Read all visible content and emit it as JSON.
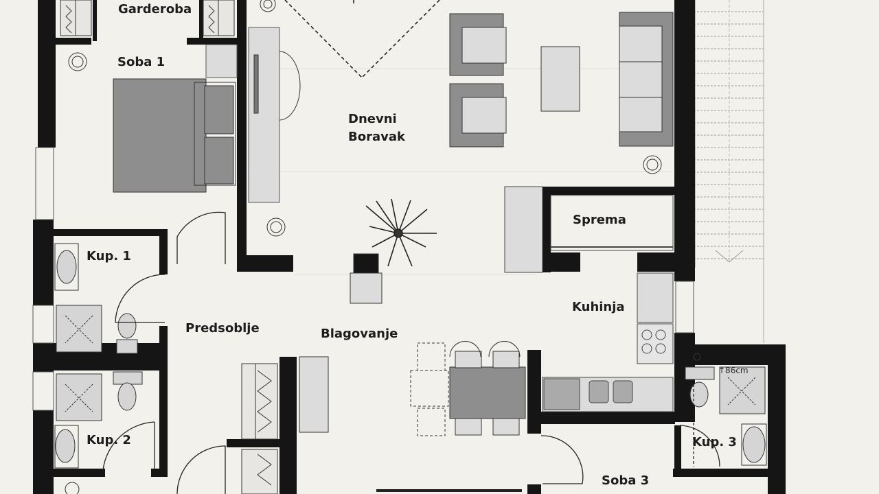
{
  "rooms": {
    "garderoba": "Garderoba",
    "soba1": "Soba 1",
    "dnevni_line1": "Dnevni",
    "dnevni_line2": "Boravak",
    "sprema": "Sprema",
    "kup1": "Kup. 1",
    "predsoblje": "Predsoblje",
    "blagovanje": "Blagovanje",
    "kuhinja": "Kuhinja",
    "kup2": "Kup. 2",
    "kup3": "Kup. 3",
    "soba3": "Soba 3"
  },
  "annotations": {
    "shower_size": "↑86cm"
  },
  "colors": {
    "paper": "#f3f1ec",
    "wall": "#151515",
    "furniture_dark": "#8e8e8e",
    "furniture_light": "#dcdcdc",
    "line": "#3a3a3a"
  }
}
